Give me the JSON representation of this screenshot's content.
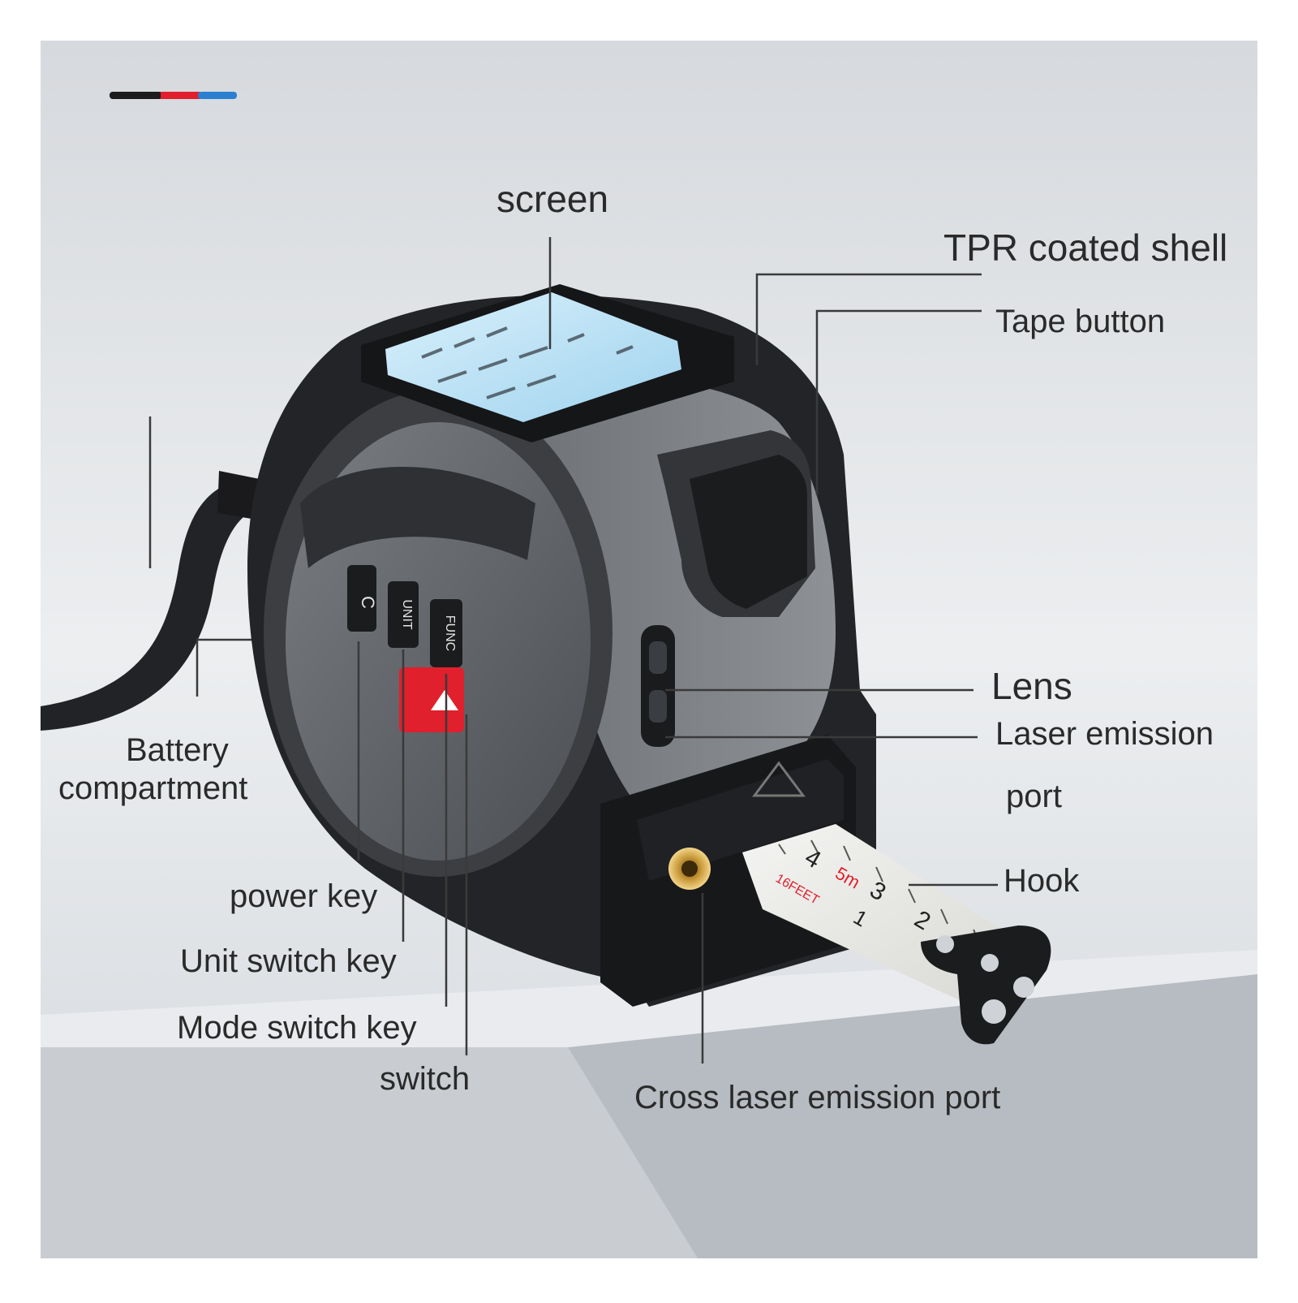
{
  "colors": {
    "background": "#dfe2e6",
    "device_body": "#2b2c2f",
    "device_face": "#6b6e73",
    "screen": "#bfe3f5",
    "accent_red": "#e0202c",
    "accent_blue": "#2a7fd0",
    "leader_line": "#3a3a3a"
  },
  "labels": {
    "screen": "screen",
    "tpr_shell": "TPR coated shell",
    "tape_button": "Tape button",
    "lens": "Lens",
    "laser_port_line1": "Laser emission",
    "laser_port_line2": "port",
    "hook": "Hook",
    "battery_line1": "Battery",
    "battery_line2": "compartment",
    "power_key": "power key",
    "unit_key": "Unit switch key",
    "mode_key": "Mode switch key",
    "switch": "switch",
    "cross_laser": "Cross laser emission port"
  },
  "device": {
    "key_c": "C",
    "key_unit": "UNIT",
    "key_func": "FUNC",
    "tape_marks": [
      "4",
      "3",
      "2",
      "1",
      "5m",
      "16FEET"
    ]
  },
  "icons": [
    "brand-stripe-icon",
    "laser-warning-icon",
    "tripod-socket-icon"
  ]
}
